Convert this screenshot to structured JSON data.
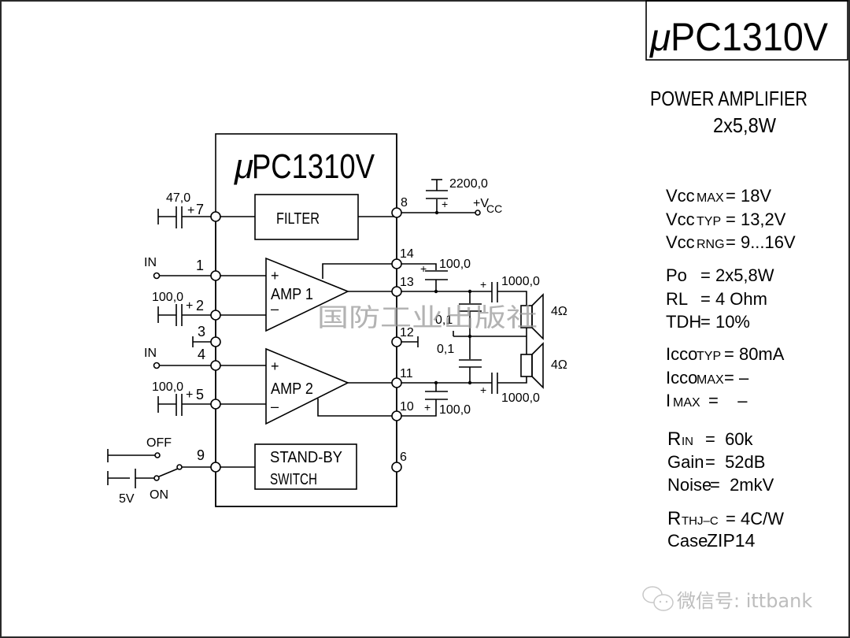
{
  "title_box": {
    "prefix": "μ",
    "part": "PC1310V"
  },
  "subtitle": {
    "line1": "POWER AMPLIFIER",
    "line2": "2x5,8W"
  },
  "specs": {
    "vcc_max": {
      "sym": "Vcc",
      "sub": "MAX",
      "eq": "= 18V"
    },
    "vcc_typ": {
      "sym": "Vcc",
      "sub": "TYP",
      "eq": "= 13,2V"
    },
    "vcc_rng": {
      "sym": "Vcc",
      "sub": "RNG",
      "eq": "= 9...16V"
    },
    "po": {
      "sym": "Po",
      "eq": "= 2x5,8W"
    },
    "rl": {
      "sym": "RL",
      "eq": "= 4 Ohm"
    },
    "tdh": {
      "sym": "TDH",
      "eq": "= 10%"
    },
    "icco_typ": {
      "sym": "Icco",
      "sub": "TYP",
      "eq": "= 80mA"
    },
    "icco_max": {
      "sym": "Icco",
      "sub": "MAX",
      "eq": "= –"
    },
    "imax": {
      "sym": "I",
      "sub": "MAX",
      "eq": "=    –"
    },
    "rin": {
      "sym": "R",
      "sub": "IN",
      "eq": "=  60k"
    },
    "gain": {
      "sym": "Gain",
      "eq": "=  52dB"
    },
    "noise": {
      "sym": "Noise",
      "eq": "=  2mkV"
    },
    "rthj": {
      "sym": "R",
      "sub": "THJ–C",
      "eq": "= 4C/W"
    },
    "case": {
      "sym": "Case",
      "eq": "ZIP14"
    }
  },
  "schematic": {
    "chip_label_prefix": "μ",
    "chip_label": "PC1310V",
    "blocks": {
      "filter": "FILTER",
      "amp1": "AMP 1",
      "amp2": "AMP 2",
      "standby_1": "STAND-BY",
      "standby_2": "SWITCH"
    },
    "amp_plus": "+",
    "amp_minus": "–",
    "pins": [
      "7",
      "1",
      "2",
      "3",
      "4",
      "5",
      "9",
      "8",
      "14",
      "13",
      "12",
      "11",
      "10",
      "6"
    ],
    "labels": {
      "in1": "IN",
      "in2": "IN",
      "c7": "47,0",
      "c2": "100,0",
      "c5": "100,0",
      "plus": "+",
      "c_vcc": "2200,0",
      "vcc": "+V",
      "vcc_sub": "CC",
      "c14": "100,0",
      "c10": "100,0",
      "c_out1": "1000,0",
      "c_out2": "1000,0",
      "c01a": "0,1",
      "c01b": "0,1",
      "spk1": "4Ω",
      "spk2": "4Ω",
      "off": "OFF",
      "on": "ON",
      "v5": "5V"
    }
  },
  "watermark": {
    "publisher": "国防工业出版社",
    "wechat": "微信号: ittbank"
  }
}
